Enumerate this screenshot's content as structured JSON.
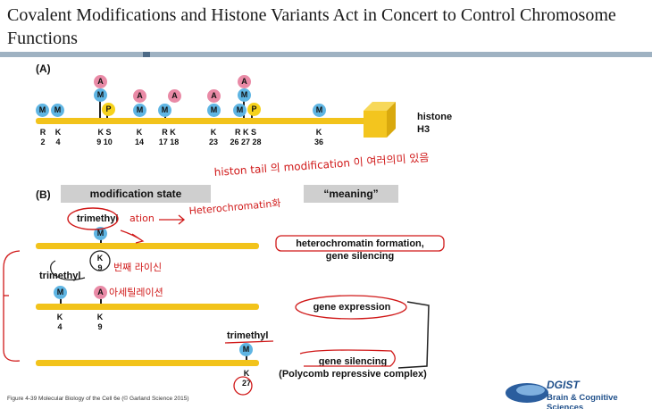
{
  "slide": {
    "title": "Covalent Modifications and Histone Variants Act in Concert to Control Chromosome Functions"
  },
  "panel_a": {
    "label": "(A)",
    "residues": [
      {
        "aa": "R",
        "num": "2"
      },
      {
        "aa": "K",
        "num": "4"
      },
      {
        "aa": "K S",
        "num": "9 10"
      },
      {
        "aa": "K",
        "num": "14"
      },
      {
        "aa": "R K",
        "num": "17 18"
      },
      {
        "aa": "K",
        "num": "23"
      },
      {
        "aa": "R K S",
        "num": "26 27 28"
      },
      {
        "aa": "K",
        "num": "36"
      }
    ],
    "histone_label_1": "histone",
    "histone_label_2": "H3"
  },
  "mark_letters": {
    "methyl": "M",
    "acetyl": "A",
    "phospho": "P"
  },
  "panel_b": {
    "label": "(B)",
    "header_left": "modification state",
    "header_right": "“meaning”",
    "row1": {
      "state": "trimethyl",
      "residue": "K",
      "number": "9",
      "meaning_line1": "heterochromatin formation,",
      "meaning_line2": "gene silencing"
    },
    "row2": {
      "state": "trimethyl",
      "residue1": "K",
      "number1": "4",
      "residue2": "K",
      "number2": "9",
      "meaning": "gene expression"
    },
    "row3": {
      "state": "trimethyl",
      "residue": "K",
      "number": "27",
      "meaning_line1": "gene silencing",
      "meaning_line2": "(Polycomb repressive complex)"
    }
  },
  "caption": "Figure 4-39 Molecular Biology of the Cell 6e (© Garland Science 2015)",
  "logo": {
    "name": "DGIST",
    "subtitle": "Brain & Cognitive Sciences",
    "color": "#1f4f8a"
  },
  "annotations": {
    "histone_tail": "histon tail 의 modification 이 여러의미 있음",
    "ation": "ation",
    "heterochromatin": "Heterochromatin화",
    "k9_note": "번째 라이신",
    "acetyl_note": "아세틸레이션"
  },
  "colors": {
    "methyl": "#5fb5e3",
    "acetyl": "#e98aa6",
    "phospho": "#f6d21b",
    "chromatin": "#f2c31b",
    "ink": "#d01818"
  }
}
